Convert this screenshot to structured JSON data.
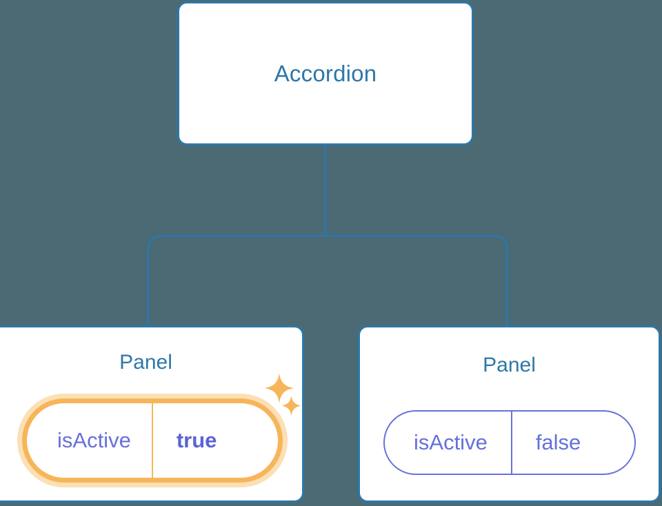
{
  "diagram": {
    "type": "component-tree",
    "background_color": "#4b6a73",
    "connector_color": "#2d77a9",
    "root": {
      "label": "Accordion"
    },
    "children": [
      {
        "label": "Panel",
        "highlighted": true,
        "prop": {
          "key": "isActive",
          "value": "true",
          "value_bold": true,
          "border_color": "#f7b55a",
          "glow_color": "#fbe0b5",
          "key_color": "#6670db",
          "value_color": "#5b62d8"
        },
        "sparkles": [
          {
            "name": "sparkle-large",
            "color": "#f7b55a"
          },
          {
            "name": "sparkle-small",
            "color": "#f7b55a"
          }
        ]
      },
      {
        "label": "Panel",
        "highlighted": false,
        "prop": {
          "key": "isActive",
          "value": "false",
          "value_bold": false,
          "border_color": "#6670db",
          "key_color": "#6670db",
          "value_color": "#6670db"
        }
      }
    ],
    "colors": {
      "node_border": "#2d77a9",
      "node_fill": "#ffffff",
      "title_text": "#2e77a8",
      "accent_highlight": "#f7b55a",
      "accent_prop": "#6670db"
    }
  }
}
